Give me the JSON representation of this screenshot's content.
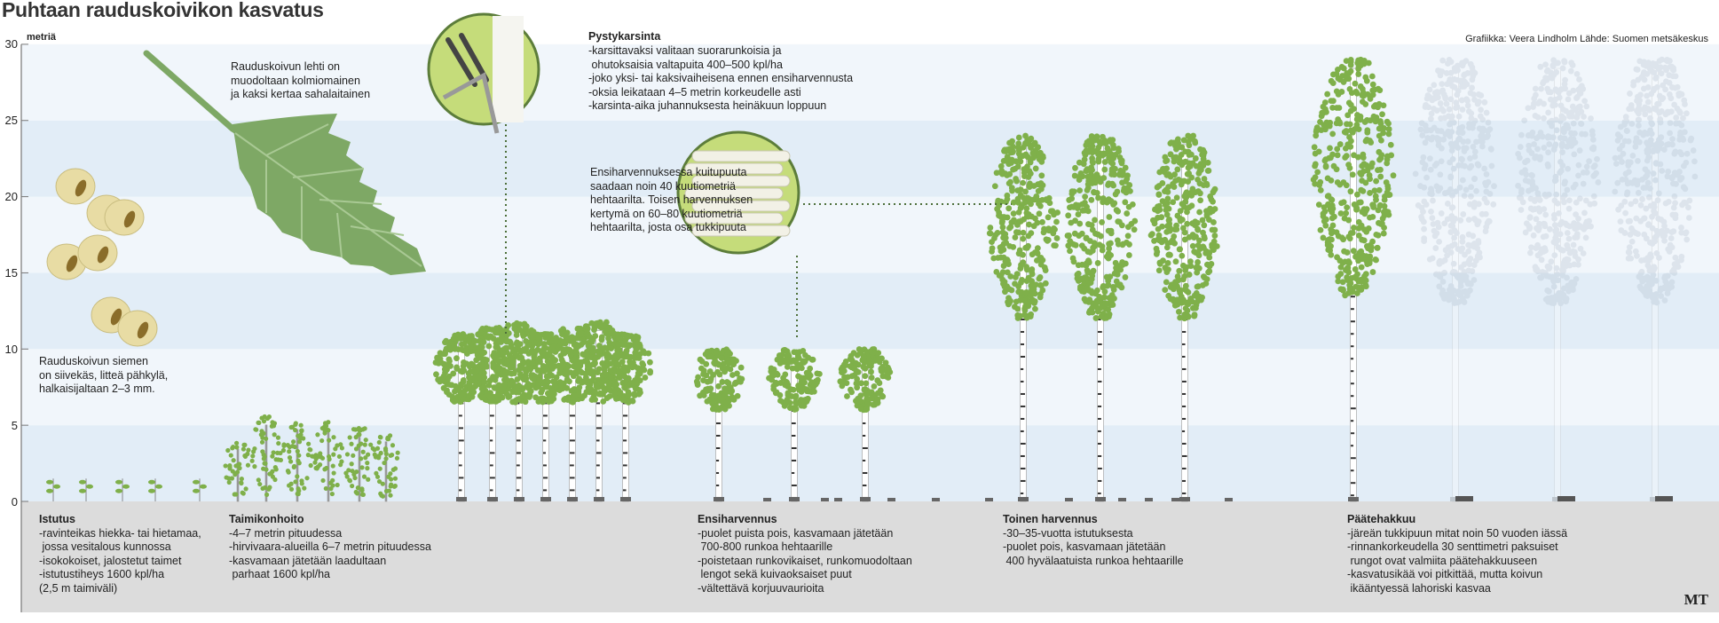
{
  "title": "Puhtaan rauduskoivikon kasvatus",
  "credit": "Grafiikka: Veera Lindholm  Lähde: Suomen metsäkeskus",
  "axis": {
    "unit": "metriä",
    "ticks": [
      "30",
      "25",
      "20",
      "15",
      "10",
      "5",
      "0"
    ],
    "range": [
      0,
      30
    ]
  },
  "annotations": {
    "leaf": "Rauduskoivun lehti on\nmuodoltaan kolmiomainen\nja kaksi kertaa sahalaitainen",
    "seed": "Rauduskoivun siemen\non siivekäs, litteä pähkylä,\nhalkaisijaltaan 2–3 mm.",
    "pruning_title": "Pystykarsinta",
    "pruning": "-karsittavaksi valitaan suorarunkoisia ja\n ohutoksaisia valtapuita 400–500 kpl/ha\n-joko yksi- tai kaksivaiheisena ennen ensiharvennusta\n-oksia leikataan 4–5 metrin korkeudelle asti\n-karsinta-aika juhannuksesta heinäkuun loppuun",
    "yield": "Ensiharvennuksessa kuitupuuta\nsaadaan noin 40 kuutiometriä\nhehtaarilta. Toisen harvennuksen\nkertymä on 60–80 kuutiometriä\nhehtaarilta, josta osa tukkipuuta"
  },
  "stages": [
    {
      "title": "Istutus",
      "text": "-ravinteikas hiekka- tai hietamaa,\n jossa vesitalous kunnossa\n-isokokoiset, jalostetut taimet\n-istutustiheys 1600 kpl/ha\n(2,5 m taimiväli)"
    },
    {
      "title": "Taimikonhoito",
      "text": "-4–7 metrin pituudessa\n-hirvivaara-alueilla 6–7 metrin pituudessa\n-kasvamaan jätetään laadultaan\n parhaat 1600 kpl/ha"
    },
    {
      "title": "Ensiharvennus",
      "text": "-puolet puista pois, kasvamaan jätetään\n 700-800 runkoa hehtaarille\n-poistetaan runkovikaiset, runkomuodoltaan\n lengot sekä kuivaoksaiset puut\n-vältettävä korjuuvaurioita"
    },
    {
      "title": "Toinen harvennus",
      "text": "-30–35-vuotta istutuksesta\n-puolet pois, kasvamaan jätetään\n 400 hyvälaatuista runkoa hehtaarille"
    },
    {
      "title": "Päätehakkuu",
      "text": "-järeän tukkipuun mitat noin 50 vuoden iässä\n-rinnankorkeudella 30 senttimetri paksuiset\n rungot ovat valmiita päätehakkuuseen\n-kasvatusikää voi pitkittää, mutta koivun\n ikääntyessä lahoriski kasvaa"
    }
  ],
  "logo": "MT",
  "colors": {
    "band_dark": "#e2edf7",
    "band_light": "#f1f6fb",
    "ground": "#dcdcdc",
    "foliage": "#7fb04a",
    "leaf": "#7ea865",
    "circle": "#c5dc7a"
  }
}
